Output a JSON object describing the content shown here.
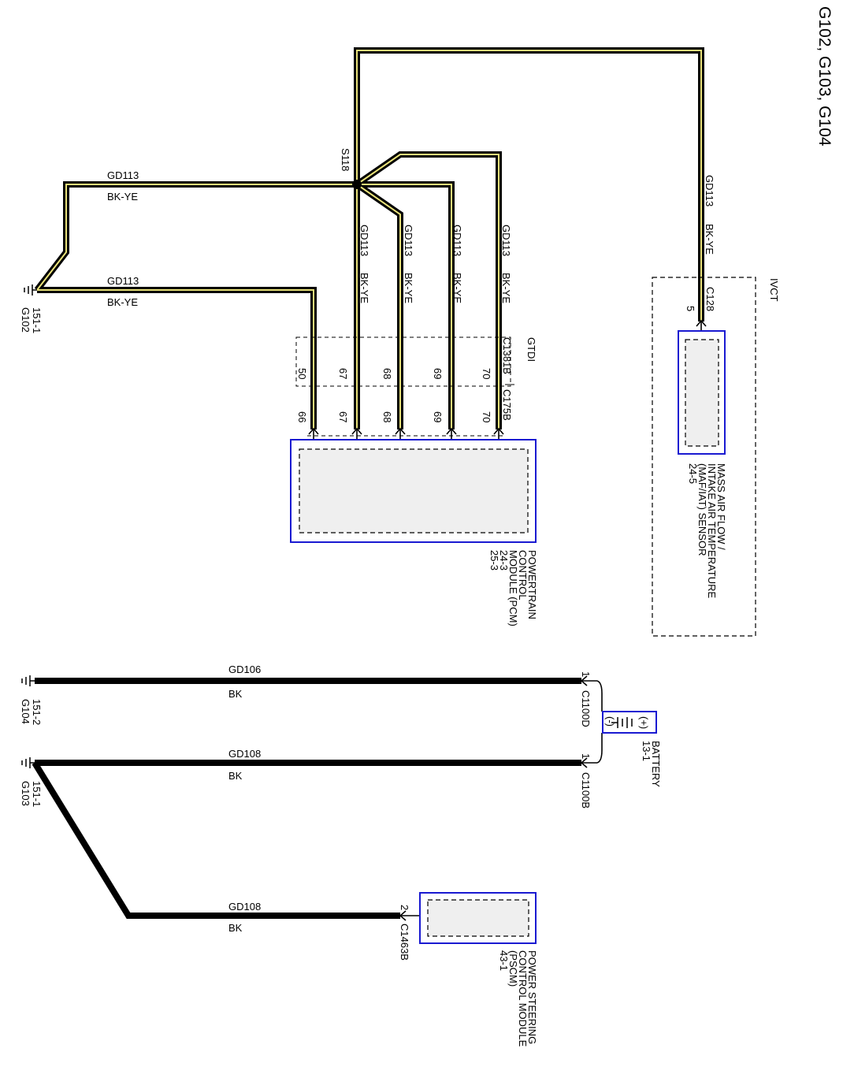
{
  "title": "G102, G103, G104",
  "splice": "S118",
  "wires": {
    "circuit_gd113": "GD113",
    "color_bkye": "BK-YE",
    "circuit_gd106": "GD106",
    "circuit_gd108": "GD108",
    "color_bk": "BK"
  },
  "grounds": {
    "g102": {
      "name": "G102",
      "ref": "151-1"
    },
    "g103": {
      "name": "G103",
      "ref": "151-1"
    },
    "g104": {
      "name": "G104",
      "ref": "151-2"
    }
  },
  "pcm": {
    "line1": "POWERTRAIN",
    "line2": "CONTROL",
    "line3": "MODULE (PCM)",
    "ref1": "24-3",
    "ref2": "25-3",
    "connector_inline": "C1381B",
    "connector_pcm": "C175B",
    "inline_label": "GTDI",
    "pins_inline": [
      "50",
      "67",
      "68",
      "69",
      "70"
    ],
    "pins_pcm": [
      "66",
      "67",
      "68",
      "69",
      "70"
    ]
  },
  "maf": {
    "line1": "MASS AIR FLOW /",
    "line2": "INTAKE AIR TEMPERATURE",
    "line3": "(MAF/IAT) SENSOR",
    "ref": "24-5",
    "connector": "C128",
    "pin": "5",
    "box_label": "IVCT"
  },
  "battery": {
    "name": "BATTERY",
    "ref": "13-1",
    "plus": "(+)",
    "minus": "(-)",
    "connector_d": "C1100D",
    "connector_b": "C1100B",
    "pin_d": "1",
    "pin_b": "1"
  },
  "pscm": {
    "line1": "POWER STEERING",
    "line2": "CONTROL MODULE",
    "line3": "(PSCM)",
    "ref": "43-1",
    "connector": "C1463B",
    "pin": "2"
  },
  "colors": {
    "wire_black": "#000000",
    "wire_stripe": "#e9e27a",
    "module_border": "#1a1ad1",
    "module_fill": "#efefef"
  }
}
